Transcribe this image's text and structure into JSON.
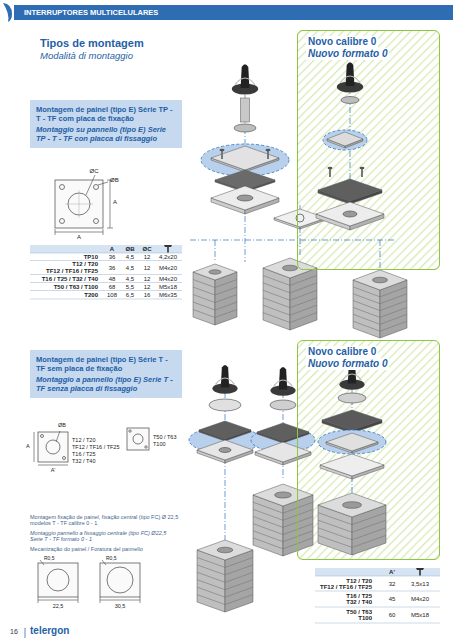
{
  "diagram": {
    "title": "Tipos de montagem",
    "nodes": [
      {
        "text": [
          "INTERRUPTORES MULTICELULARES"
        ]
      },
      {
        "text": [
          "Novo calibre 0",
          "Nuovo formato 0"
        ]
      },
      {
        "text": [
          "Montagem de painel (tipo E) Série TP - T - TF com placa de fixação",
          "Montaggio su pannello (tipo E) Serie TP - T - TF con placca di fissaggio"
        ]
      },
      {
        "text": [
          "Novo calibre 0",
          "Nuovo formato 0"
        ]
      },
      {
        "text": [
          "Montagem de painel (tipo E) Série T - TF sem placa de fixação",
          "Montaggio a pannello (tipo E) Serie T - TF senza placca di fissaggio"
        ]
      }
    ],
    "labels": [
      "Modalità di montaggio",
      "ØC",
      "ØB",
      "A",
      "A",
      "A",
      "ØB",
      "ØC",
      "TP10",
      "36",
      "4,5",
      "12",
      "4,2x20",
      "T12 / T20",
      "TF12 / TF16 / TF25",
      "36",
      "4,5",
      "12",
      "M4x20",
      "T16 / T25 / T32 / T40",
      "48",
      "4,5",
      "12",
      "M4x20",
      "T50 / T63 / T100",
      "68",
      "5,5",
      "12",
      "M5x18",
      "T200",
      "108",
      "6,5",
      "16",
      "M6x35",
      "ØB",
      "A",
      "A'",
      "T12 / T20",
      "TF12 / TF16 / TF25",
      "T16 / T25",
      "T32 / T40",
      "T50 / T63",
      "T100",
      "Montagem fixação de painel, fixação central (tipo FC) Ø 22,5 modelos T - TF calibre 0 - 1",
      "Montaggio pannello a fissaggio centrale (tipo FC) Ø22,5 Serie T - TF formato 0 - 1",
      "Mecanização do painel / Foratura del pannello",
      "R0,5",
      "22,5",
      "R0,5",
      "30,5",
      "A'",
      "T12 / T20",
      "TF12 / TF16 / TF25",
      "32",
      "3,5x13",
      "T16 / T25",
      "T32 / T40",
      "45",
      "M4x20",
      "T50 / T63",
      "T100",
      "60",
      "M5x18",
      "16",
      "telergon"
    ]
  }
}
